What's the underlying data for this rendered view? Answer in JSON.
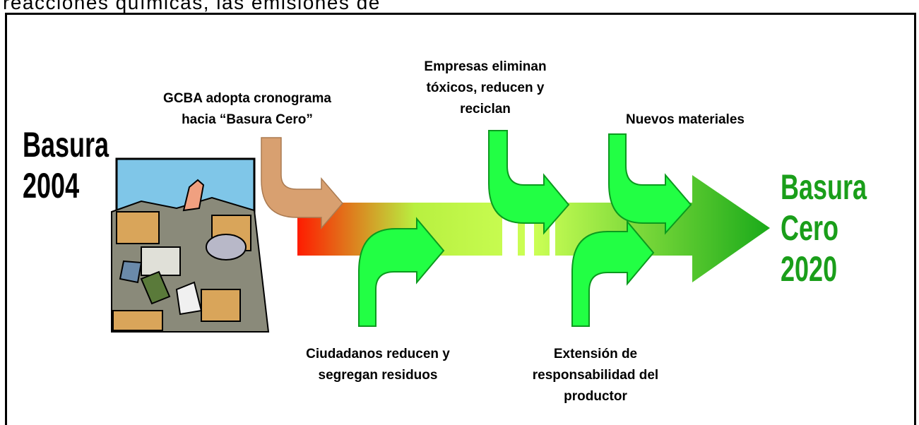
{
  "top_text": "reacciones químicas, las emisiones de",
  "start": {
    "line1": "Basura",
    "line2": "2004"
  },
  "end": {
    "line1": "Basura",
    "line2": "Cero",
    "line3": "2020",
    "color": "#1a9e1a"
  },
  "labels": {
    "gcba": {
      "line1": "GCBA adopta cronograma",
      "line2": "hacia “Basura Cero”"
    },
    "empresas": {
      "line1": "Empresas eliminan",
      "line2": "tóxicos, reducen y",
      "line3": "reciclan"
    },
    "nuevos": {
      "line1": "Nuevos materiales"
    },
    "ciudadanos": {
      "line1": "Ciudadanos reducen y",
      "line2": "segregan residuos"
    },
    "extension": {
      "line1": "Extensión de",
      "line2": "responsabilidad del",
      "line3": "productor"
    }
  },
  "colors": {
    "arrow_start": "#ff1a00",
    "arrow_mid": "#ccff55",
    "arrow_end": "#1aaa1a",
    "side_arrow": "#22ff44",
    "gcba_arrow": "#d8a070"
  }
}
